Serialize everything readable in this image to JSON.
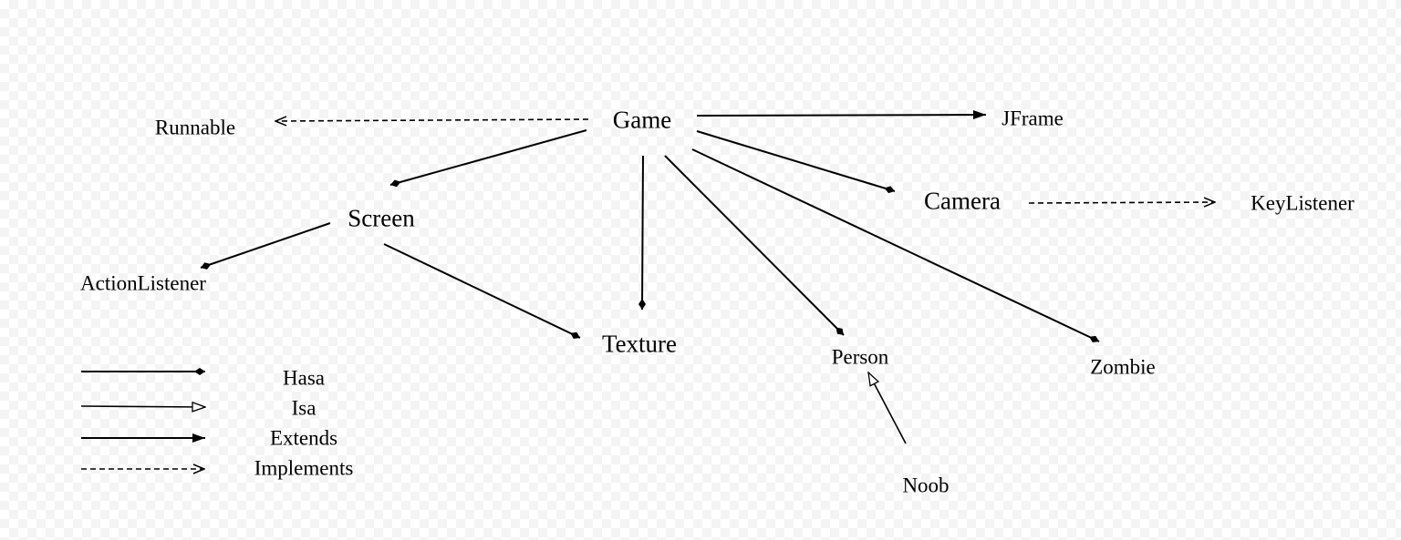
{
  "nodes": {
    "game": "Game",
    "runnable": "Runnable",
    "jframe": "JFrame",
    "screen": "Screen",
    "camera": "Camera",
    "keylistener": "KeyListener",
    "actionlistener": "ActionListener",
    "texture": "Texture",
    "person": "Person",
    "zombie": "Zombie",
    "noob": "Noob"
  },
  "legend": {
    "hasa": "Hasa",
    "isa": "Isa",
    "extends": "Extends",
    "implements": "Implements"
  },
  "colors": {
    "line": "#000000",
    "background": "#ffffff",
    "checker": "#f4f4f4"
  }
}
